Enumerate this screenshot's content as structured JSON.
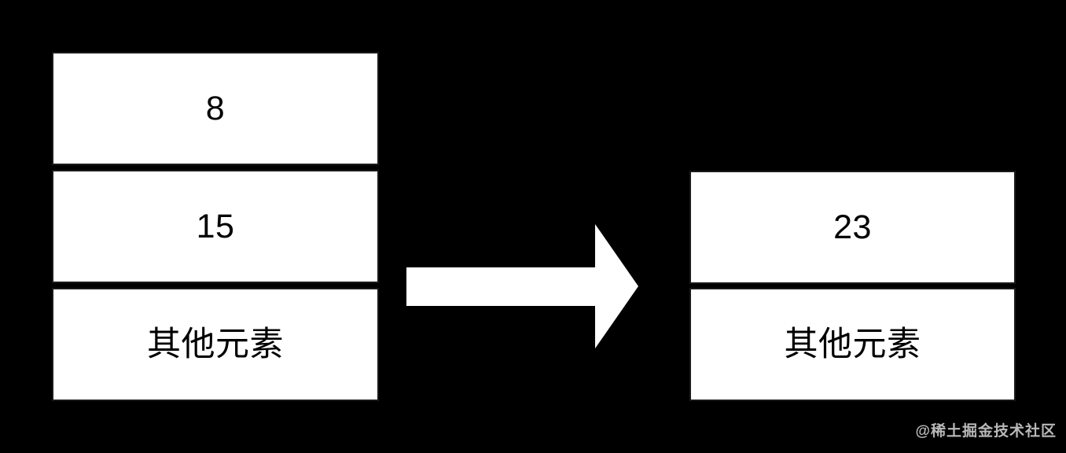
{
  "background_color": "#000000",
  "diagram": {
    "before_stack": {
      "cells": [
        {
          "label": "8"
        },
        {
          "label": "15"
        },
        {
          "label": "其他元素"
        }
      ]
    },
    "arrow": {
      "direction": "right",
      "color": "#ffffff"
    },
    "after_stack": {
      "cells": [
        {
          "label": "23"
        },
        {
          "label": "其他元素"
        }
      ]
    },
    "cell_fill": "#ffffff",
    "cell_border_color": "#1a1a1a",
    "text_color": "#000000"
  },
  "watermark": {
    "text": "@稀土掘金技术社区",
    "color": "#b8b8b8"
  }
}
